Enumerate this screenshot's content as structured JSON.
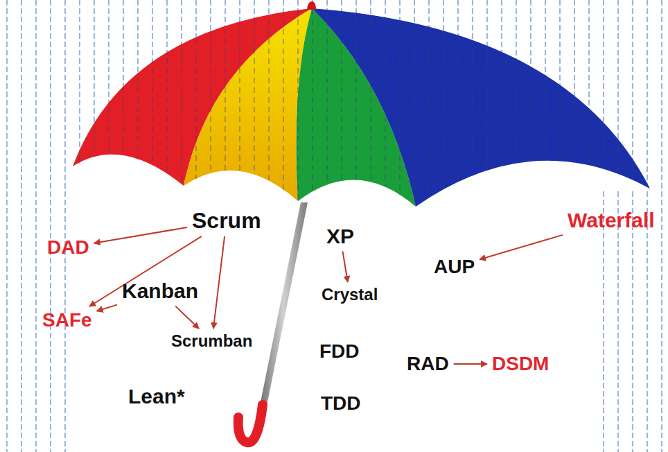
{
  "diagram": {
    "nodes": [
      {
        "text": [
          "Scrum"
        ]
      },
      {
        "text": [
          "DAD"
        ]
      },
      {
        "text": [
          "Kanban"
        ]
      },
      {
        "text": [
          "SAFe"
        ]
      },
      {
        "text": [
          "Scrumban"
        ]
      },
      {
        "text": [
          "Lean*"
        ]
      },
      {
        "text": [
          "XP"
        ]
      },
      {
        "text": [
          "Crystal"
        ]
      },
      {
        "text": [
          "FDD"
        ]
      },
      {
        "text": [
          "TDD"
        ]
      },
      {
        "text": [
          "Waterfall"
        ]
      },
      {
        "text": [
          "AUP"
        ]
      },
      {
        "text": [
          "RAD"
        ]
      },
      {
        "text": [
          "DSDM"
        ]
      }
    ],
    "edges": [
      {
        "from": 0,
        "to": 1,
        "arrow": "to"
      },
      {
        "from": 0,
        "to": 3,
        "arrow": "to"
      },
      {
        "from": 2,
        "to": 3,
        "arrow": "to"
      },
      {
        "from": 0,
        "to": 4,
        "arrow": "to"
      },
      {
        "from": 2,
        "to": 4,
        "arrow": "to"
      },
      {
        "from": 6,
        "to": 7,
        "arrow": "to"
      },
      {
        "from": 10,
        "to": 11,
        "arrow": "to"
      },
      {
        "from": 12,
        "to": 13,
        "arrow": "to"
      }
    ]
  }
}
